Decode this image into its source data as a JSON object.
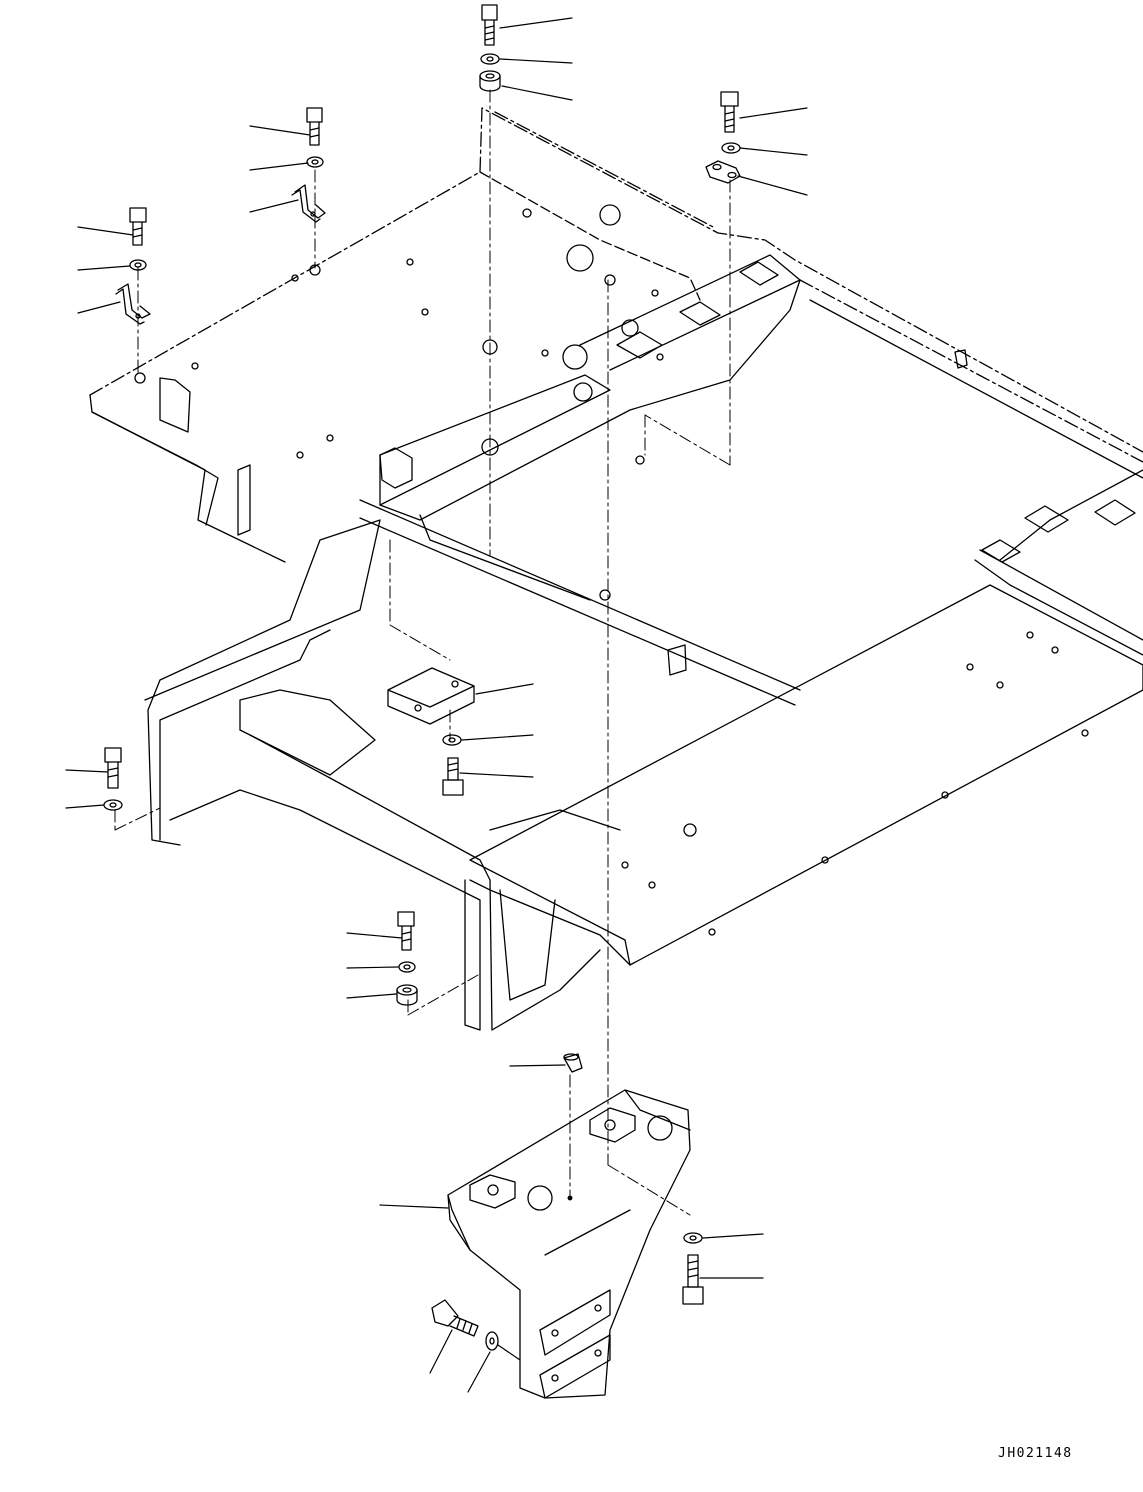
{
  "drawing": {
    "code": "JH021148",
    "line_color": "#000000",
    "background": "#ffffff"
  },
  "parts": [
    {
      "name": "mount-bolt-top-center",
      "kind": "bolt"
    },
    {
      "name": "mount-washer-top-center",
      "kind": "washer"
    },
    {
      "name": "mount-spacer-top-center",
      "kind": "spacer"
    },
    {
      "name": "bracket-bolt-left-upper",
      "kind": "bolt"
    },
    {
      "name": "bracket-washer-left-upper",
      "kind": "washer"
    },
    {
      "name": "bracket-left-upper",
      "kind": "bracket"
    },
    {
      "name": "bracket-bolt-left",
      "kind": "bolt"
    },
    {
      "name": "bracket-washer-left",
      "kind": "washer"
    },
    {
      "name": "bracket-left",
      "kind": "bracket"
    },
    {
      "name": "clamp-bolt-right",
      "kind": "bolt"
    },
    {
      "name": "clamp-washer-right",
      "kind": "washer"
    },
    {
      "name": "clamp-plate-right",
      "kind": "clamp"
    },
    {
      "name": "cover-plate",
      "kind": "plate"
    },
    {
      "name": "cover-washer",
      "kind": "washer"
    },
    {
      "name": "cover-bolt",
      "kind": "bolt"
    },
    {
      "name": "frame-bolt-left-lower",
      "kind": "bolt"
    },
    {
      "name": "frame-washer-left-lower",
      "kind": "washer"
    },
    {
      "name": "front-bolt-center",
      "kind": "bolt"
    },
    {
      "name": "front-washer-center",
      "kind": "washer"
    },
    {
      "name": "front-spacer-center",
      "kind": "spacer"
    },
    {
      "name": "grease-plug",
      "kind": "plug"
    },
    {
      "name": "swing-bracket",
      "kind": "bracket"
    },
    {
      "name": "swing-washer-right",
      "kind": "washer"
    },
    {
      "name": "swing-bolt-right",
      "kind": "bolt"
    },
    {
      "name": "side-bolt-lower",
      "kind": "bolt"
    },
    {
      "name": "side-washer-lower",
      "kind": "washer"
    }
  ]
}
